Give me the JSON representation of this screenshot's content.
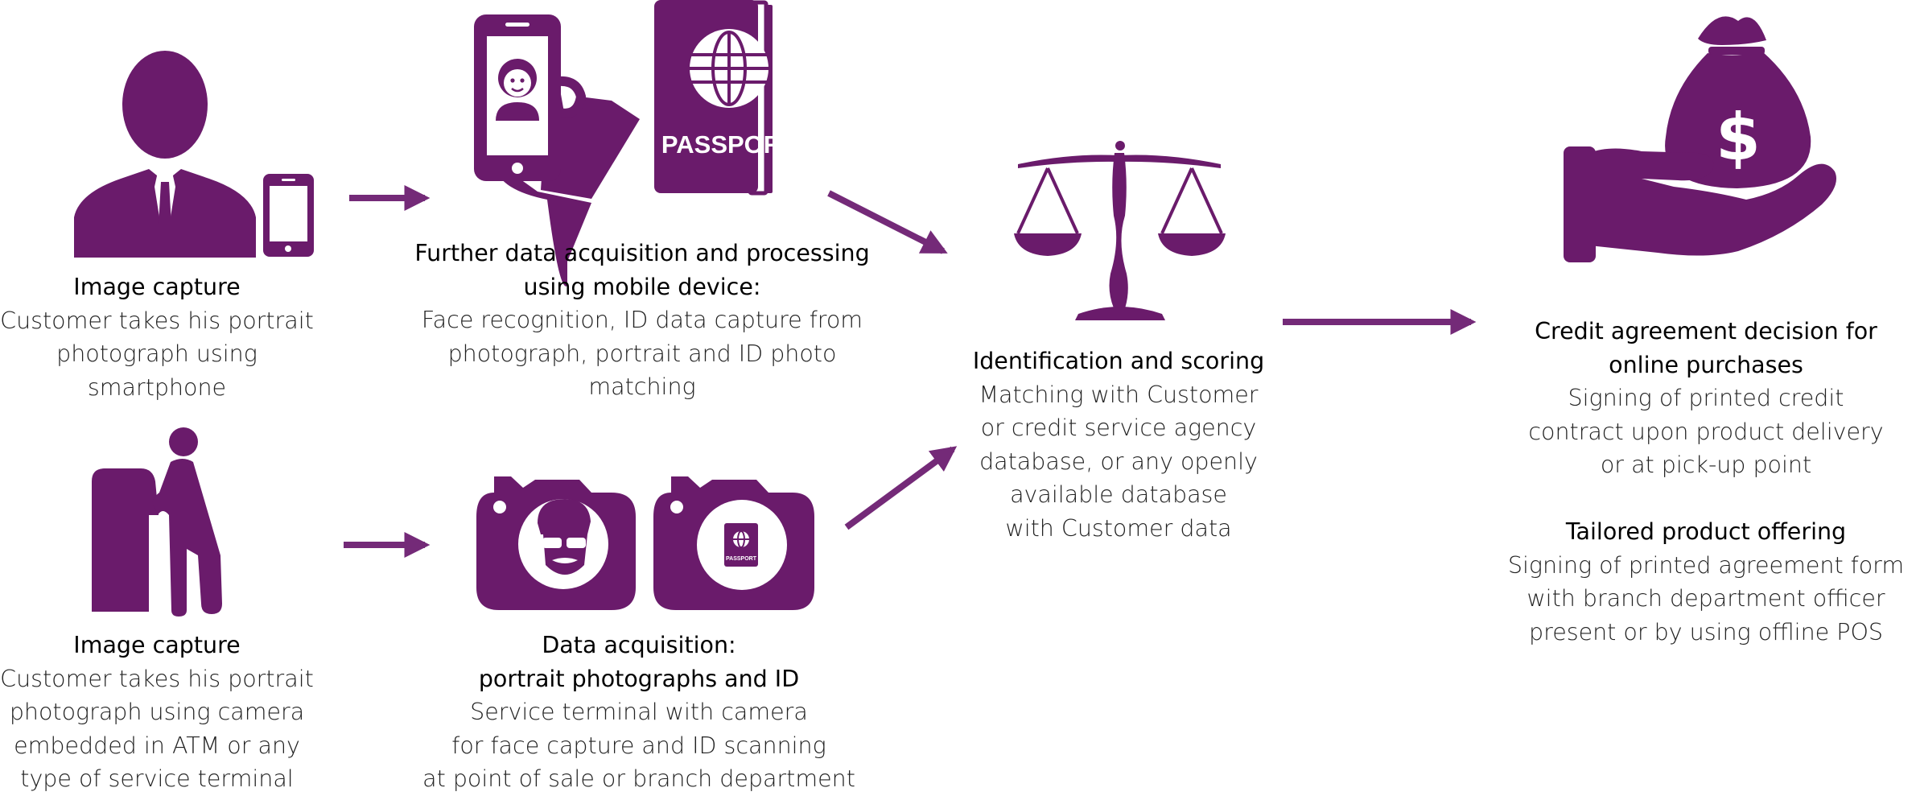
{
  "colors": {
    "accent": "#6a1b6b",
    "arrow": "#742a78"
  },
  "icons": [
    "businessman-icon",
    "smartphone-icon",
    "hand-holding-phone-icon",
    "passport-icon",
    "atm-user-icon",
    "camera-face-icon",
    "camera-passport-icon",
    "scales-icon",
    "hand-money-bag-icon",
    "dollar-icon"
  ],
  "passport_label": "PASSPORT",
  "small_passport_label": "PASSPORT",
  "money_symbol": "$",
  "steps": {
    "image_capture_phone": {
      "title": "Image capture",
      "lines": [
        "Customer takes his portrait",
        "photograph using",
        "smartphone"
      ]
    },
    "mobile_processing": {
      "title_lines": [
        "Further data acquisition and processing",
        "using mobile device:"
      ],
      "lines": [
        "Face recognition, ID data capture from",
        "photograph, portrait and ID photo",
        "matching"
      ]
    },
    "image_capture_atm": {
      "title": "Image capture",
      "lines": [
        "Customer takes his portrait",
        "photograph using camera",
        "embedded in ATM or any",
        "type of service terminal"
      ]
    },
    "terminal_acquisition": {
      "title_lines": [
        "Data acquisition:",
        "portrait photographs and ID"
      ],
      "lines": [
        "Service terminal with camera",
        "for face capture and ID scanning",
        "at point of sale or branch department"
      ]
    },
    "identification": {
      "title": "Identification and scoring",
      "lines": [
        "Matching with Customer",
        "or credit service agency",
        "database, or any openly",
        "available database",
        "with Customer data"
      ]
    },
    "credit_decision": {
      "title_lines": [
        "Credit agreement decision for",
        "online purchases"
      ],
      "lines": [
        "Signing of printed credit",
        "contract upon product delivery",
        "or at pick-up point"
      ]
    },
    "tailored_offering": {
      "title": "Tailored product offering",
      "lines": [
        "Signing of printed agreement form",
        "with branch department officer",
        "present or by using offline POS"
      ]
    }
  }
}
